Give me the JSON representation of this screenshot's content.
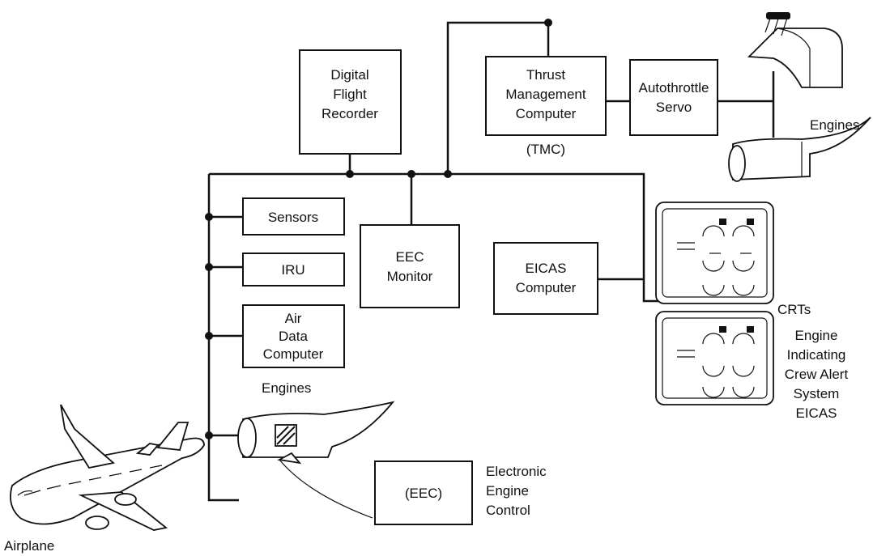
{
  "boxes": {
    "digital_flight_recorder": [
      "Digital",
      "Flight",
      "Recorder"
    ],
    "thrust_management_computer": [
      "Thrust",
      "Management",
      "Computer"
    ],
    "autothrottle_servo": [
      "Autothrottle",
      "Servo"
    ],
    "sensors": [
      "Sensors"
    ],
    "iru": [
      "IRU"
    ],
    "air_data_computer": [
      "Air",
      "Data",
      "Computer"
    ],
    "eec_monitor": [
      "EEC",
      "Monitor"
    ],
    "eicas_computer": [
      "EICAS",
      "Computer"
    ],
    "eec": [
      "(EEC)"
    ]
  },
  "labels": {
    "tmc": "(TMC)",
    "engines_top": "Engines",
    "engines_left": "Engines",
    "crts": "CRTs",
    "eicas_full": [
      "Engine",
      "Indicating",
      "Crew Alert",
      "System",
      "EICAS"
    ],
    "electronic_engine_control": [
      "Electronic",
      "Engine",
      "Control"
    ],
    "airplane": "Airplane"
  }
}
